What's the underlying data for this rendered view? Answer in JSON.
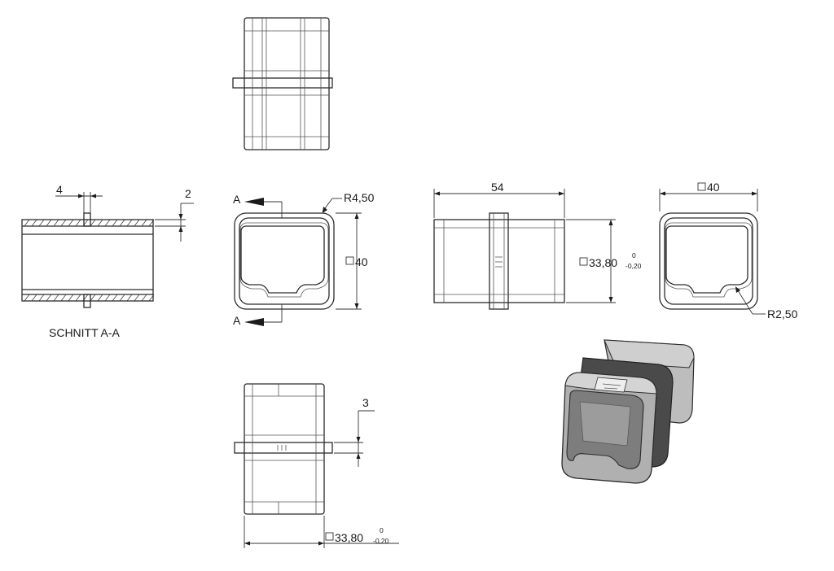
{
  "views": {
    "section": {
      "caption": "SCHNITT A-A",
      "dim_width": "4",
      "dim_height": "2"
    },
    "front": {
      "section_letter_top": "A",
      "section_letter_bottom": "A",
      "radius": "R4,50",
      "size": "40"
    },
    "side": {
      "length": "54",
      "size_main": "33,80",
      "tol_upper": "0",
      "tol_lower": "-0,20"
    },
    "end": {
      "size": "40",
      "radius": "R2,50"
    },
    "bottom": {
      "dim_collar": "3",
      "size_main": "33,80",
      "tol_upper": "0",
      "tol_lower": "-0,20"
    }
  },
  "colors": {
    "line": "#2b2b2b",
    "body": "#a9a9a9",
    "dark": "#4a4a4a"
  }
}
